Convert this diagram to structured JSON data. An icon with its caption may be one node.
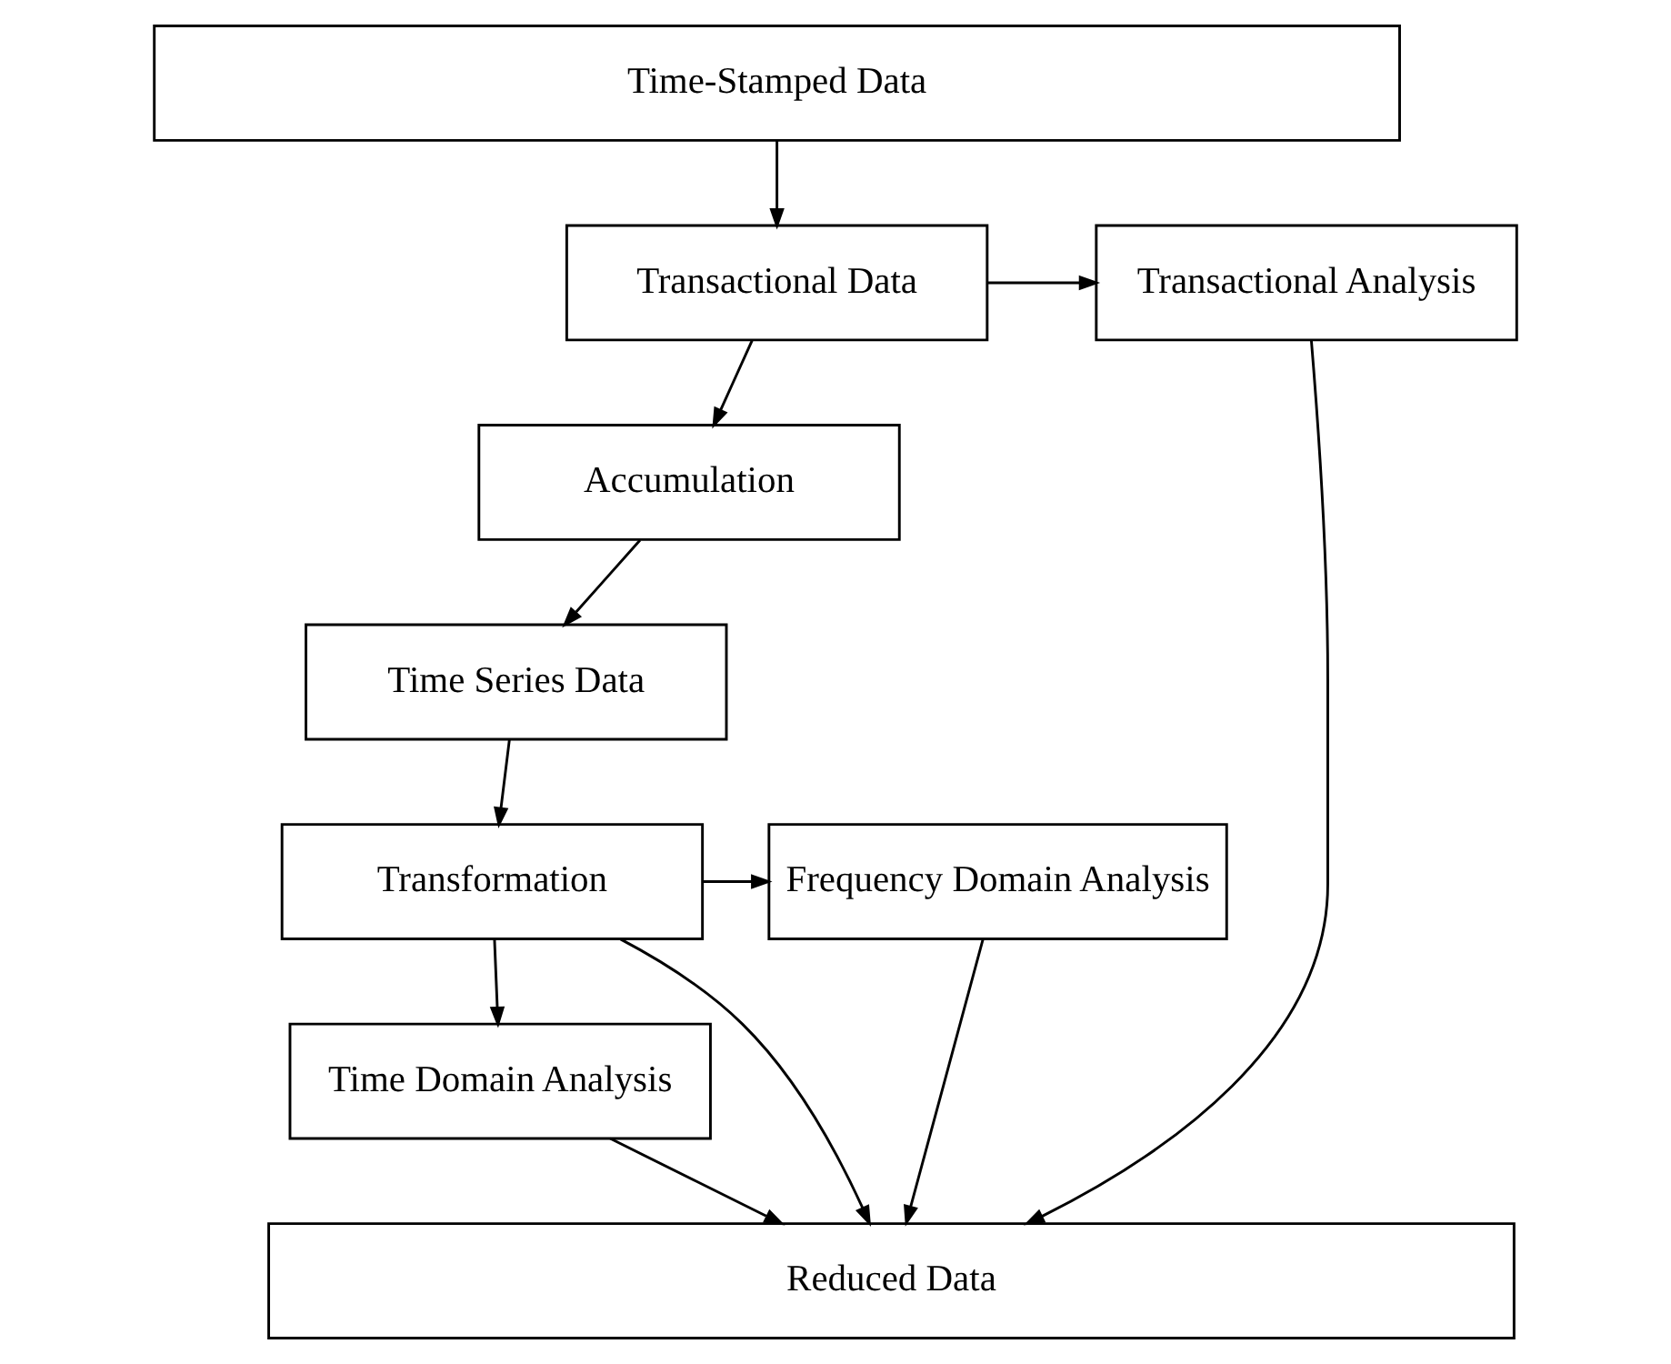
{
  "diagram": {
    "nodes": [
      {
        "text": [
          "Time-Stamped Data"
        ]
      },
      {
        "text": [
          "Transactional Data"
        ]
      },
      {
        "text": [
          "Transactional Analysis"
        ]
      },
      {
        "text": [
          "Accumulation"
        ]
      },
      {
        "text": [
          "Time Series Data"
        ]
      },
      {
        "text": [
          "Frequency Domain Analysis"
        ]
      },
      {
        "text": [
          "Transformation"
        ]
      },
      {
        "text": [
          "Time Domain Analysis"
        ]
      },
      {
        "text": [
          "Reduced Data"
        ]
      }
    ],
    "edges": [
      {
        "from": 0,
        "to": 1,
        "arrow": "to"
      },
      {
        "from": 1,
        "to": 2,
        "arrow": "to"
      },
      {
        "from": 1,
        "to": 3,
        "arrow": "to"
      },
      {
        "from": 2,
        "to": 8,
        "arrow": "to"
      },
      {
        "from": 3,
        "to": 4,
        "arrow": "to"
      },
      {
        "from": 4,
        "to": 6,
        "arrow": "to"
      },
      {
        "from": 6,
        "to": 5,
        "arrow": "to"
      },
      {
        "from": 6,
        "to": 7,
        "arrow": "to"
      },
      {
        "from": 6,
        "to": 8,
        "arrow": "to"
      },
      {
        "from": 5,
        "to": 8,
        "arrow": "to"
      },
      {
        "from": 7,
        "to": 8,
        "arrow": "to"
      }
    ]
  }
}
